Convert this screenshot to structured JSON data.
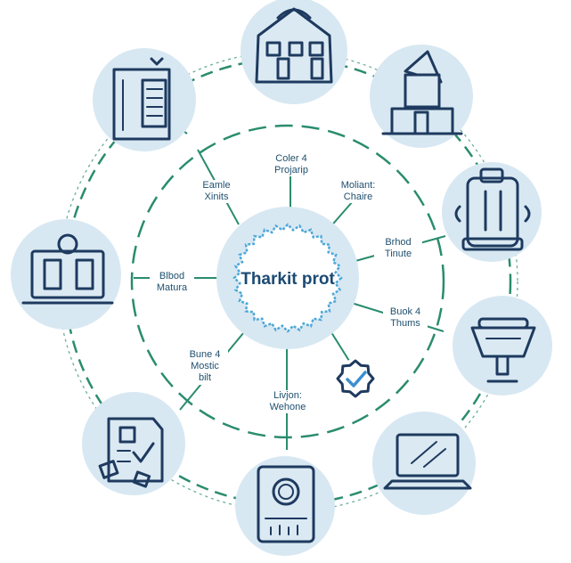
{
  "center": {
    "title": "Tharkit prot"
  },
  "labels": {
    "top": [
      "Coler 4",
      "Projarip"
    ],
    "upper_left": [
      "Eamle",
      "Xinits"
    ],
    "upper_right": [
      "Moliant:",
      "Chaire"
    ],
    "right_upper": [
      "Brhod",
      "Tinute"
    ],
    "left": [
      "Blbod",
      "Matura"
    ],
    "right_lower": [
      "Buok 4",
      "Thums"
    ],
    "lower_left": [
      "Bune 4",
      "Mostic",
      "bilt"
    ],
    "bottom": [
      "Livjon:",
      "Wehone"
    ]
  },
  "icons": [
    "building-icon",
    "server-rack-icon",
    "castle-tower-icon",
    "machine-icon",
    "monitor-panel-icon",
    "turbine-icon",
    "document-checklist-icon",
    "laptop-icon",
    "control-panel-icon",
    "checkmark-badge-icon"
  ],
  "colors": {
    "ring": "#2a8c6e",
    "node_fill": "#d8e8f2",
    "icon_stroke": "#1e3a5f",
    "text": "#1f4f6e"
  }
}
